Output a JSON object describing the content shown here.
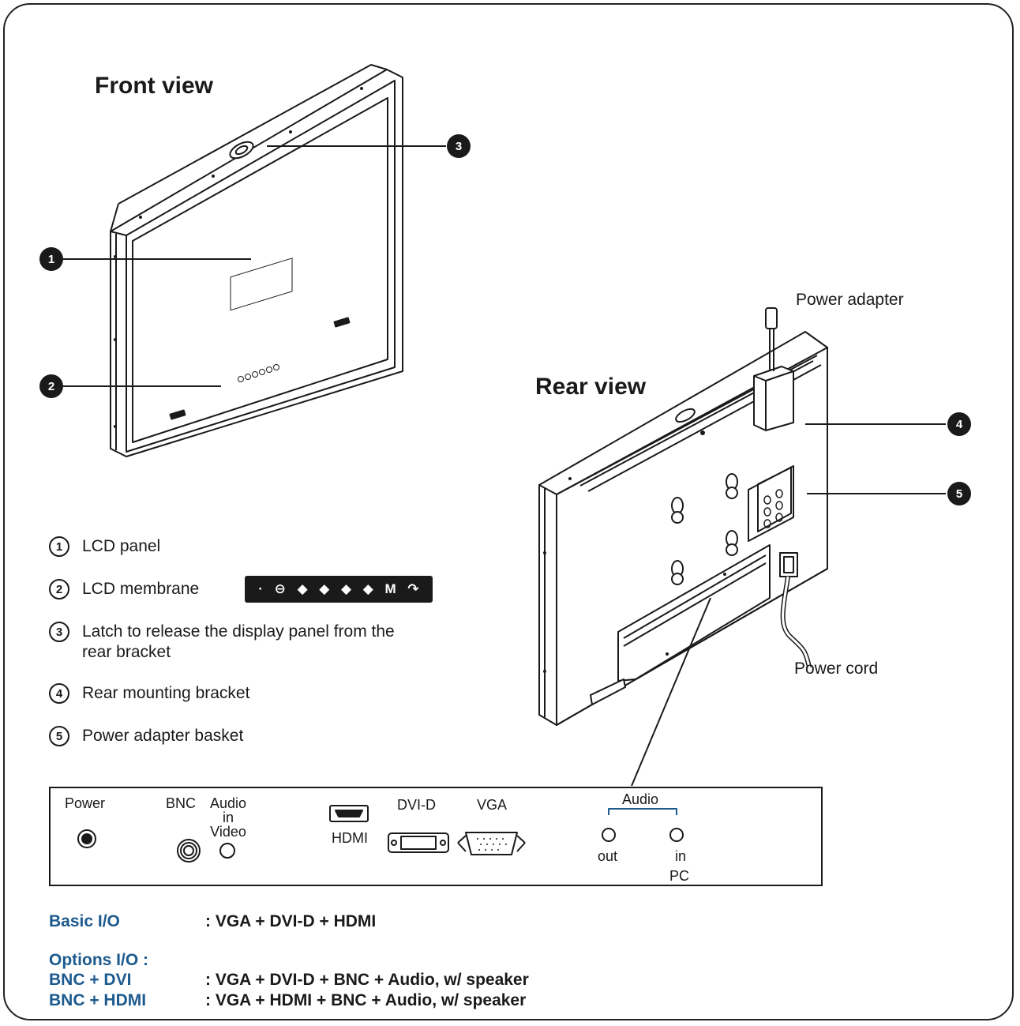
{
  "front_view": {
    "title": "Front view"
  },
  "rear_view": {
    "title": "Rear view"
  },
  "callouts": [
    "1",
    "2",
    "3",
    "4",
    "5"
  ],
  "parts": {
    "power_adapter": "Power adapter",
    "power_cord": "Power cord"
  },
  "legend": [
    {
      "num": "1",
      "text": "LCD panel"
    },
    {
      "num": "2",
      "text": "LCD membrane"
    },
    {
      "num": "3",
      "text": "Latch to release the display panel from the",
      "text2": "rear bracket"
    },
    {
      "num": "4",
      "text": "Rear mounting bracket"
    },
    {
      "num": "5",
      "text": "Power adapter basket"
    }
  ],
  "membrane_keys": [
    "·",
    "⊖",
    "◆",
    "◆",
    "◆",
    "◆",
    "M",
    "↷"
  ],
  "io_panel": {
    "power": "Power",
    "bnc": "BNC",
    "audio_in_video": [
      "Audio",
      "in",
      "Video"
    ],
    "hdmi": "HDMI",
    "dvi": "DVI-D",
    "vga": "VGA",
    "audio": "Audio",
    "out": "out",
    "in": "in",
    "pc": "PC"
  },
  "io_spec": {
    "basic_label": "Basic I/O",
    "basic_value": ": VGA  +  DVI-D  +  HDMI",
    "options_label": "Options  I/O :",
    "bnc_dvi_label": "BNC + DVI",
    "bnc_dvi_value": ": VGA  +  DVI-D  +  BNC  +  Audio, w/ speaker",
    "bnc_hdmi_label": "BNC + HDMI",
    "bnc_hdmi_value": ": VGA  +  HDMI  +  BNC  +  Audio, w/ speaker"
  },
  "colors": {
    "accent_blue": "#1c5a8e",
    "ink": "#1a1a1a"
  }
}
